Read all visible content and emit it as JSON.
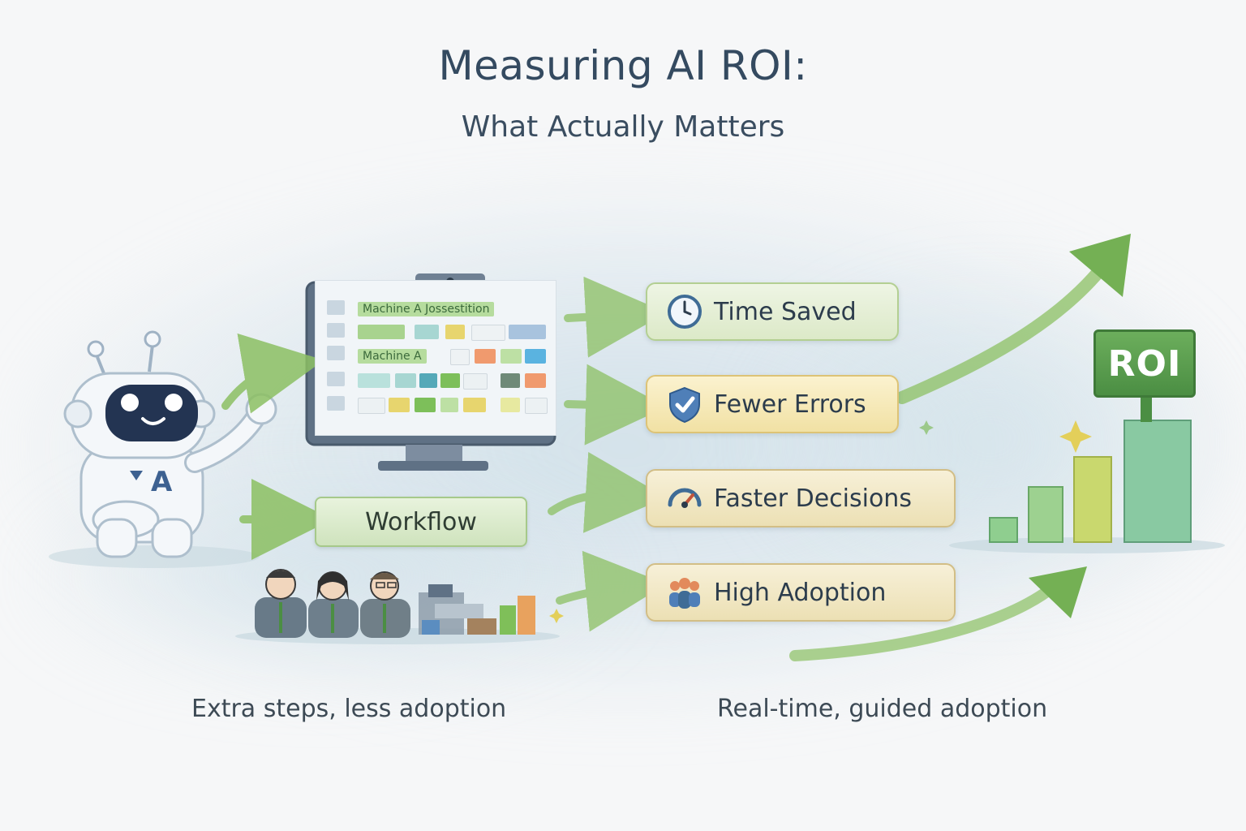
{
  "header": {
    "title": "Measuring AI ROI:",
    "subtitle": "What Actually Matters"
  },
  "monitor": {
    "rows": [
      {
        "label": "Machine A Jossestition"
      },
      {
        "label": "Machine A"
      }
    ]
  },
  "robot": {
    "badge": "A"
  },
  "workflow": {
    "label": "Workflow"
  },
  "metrics": [
    {
      "label": "Time Saved",
      "icon": "clock-icon"
    },
    {
      "label": "Fewer Errors",
      "icon": "shield-check-icon"
    },
    {
      "label": "Faster Decisions",
      "icon": "speedometer-icon"
    },
    {
      "label": "High Adoption",
      "icon": "people-icon"
    }
  ],
  "roi": {
    "label": "ROI",
    "bar_levels": [
      0.2,
      0.45,
      0.7,
      1.0
    ]
  },
  "captions": {
    "left": "Extra steps, less adoption",
    "right": "Real-time, guided adoption"
  },
  "colors": {
    "accent_green": "#6cae5c",
    "arrow_green": "#8cc063",
    "text_dark": "#2d3d4f"
  }
}
